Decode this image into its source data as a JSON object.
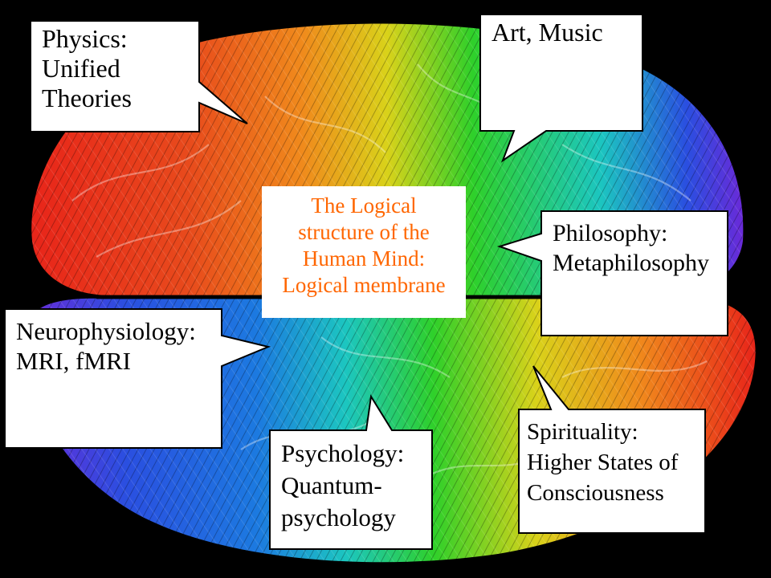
{
  "colors": {
    "background": "#000000",
    "bubble_fill": "#ffffff",
    "bubble_stroke": "#000000",
    "center_text": "#ff6600",
    "brain_red": "#e8251a",
    "brain_orange": "#f08a1c",
    "brain_yellow": "#d9d21a",
    "brain_green": "#2fd02a",
    "brain_cyan": "#1cc6c0",
    "brain_blue": "#2a4fe0",
    "brain_violet": "#6a2ad8"
  },
  "center_label": {
    "text": "The Logical\nstructure of the\nHuman Mind:\nLogical membrane"
  },
  "bubbles": [
    {
      "id": "physics",
      "text": "Physics:\nUnified\nTheories"
    },
    {
      "id": "art",
      "text": "Art, Music"
    },
    {
      "id": "philosophy",
      "text": "Philosophy:\nMetaphilosophy"
    },
    {
      "id": "neurophysiology",
      "text": "Neurophysiology:\nMRI, fMRI"
    },
    {
      "id": "psychology",
      "text": "Psychology:\nQuantum-\npsychology"
    },
    {
      "id": "spirituality",
      "text": "Spirituality:\nHigher States of\nConsciousness"
    }
  ]
}
